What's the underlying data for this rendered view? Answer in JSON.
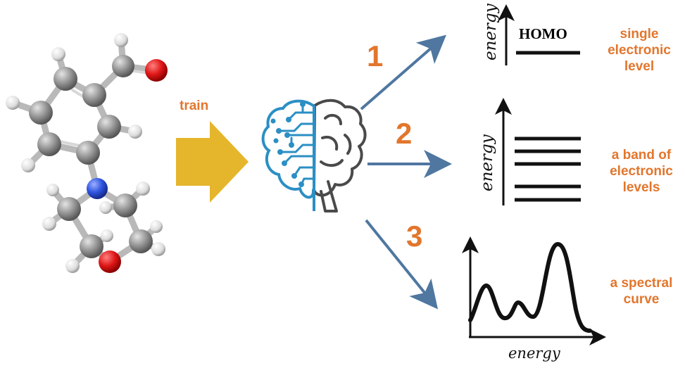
{
  "train_label": "train",
  "step_numbers": [
    "1",
    "2",
    "3"
  ],
  "outputs": [
    {
      "axis_label": "energy",
      "level_label": "HOMO",
      "caption_lines": [
        "single",
        "electronic",
        "level"
      ]
    },
    {
      "axis_label": "energy",
      "caption_lines": [
        "a band of",
        "electronic",
        "levels"
      ]
    },
    {
      "axis_label": "energy",
      "caption_lines": [
        "a spectral",
        "curve"
      ]
    }
  ],
  "colors": {
    "accent_orange": "#e2762d",
    "arrow_blue": "#4f77a0",
    "train_arrow_gold": "#e5b52c",
    "brain_circuit_blue": "#2b8fc4",
    "brain_outline": "#4a4a4a",
    "carbon": "#8e8e8e",
    "hydrogen": "#e6e6e6",
    "oxygen": "#e01818",
    "nitrogen": "#2f55e0"
  }
}
